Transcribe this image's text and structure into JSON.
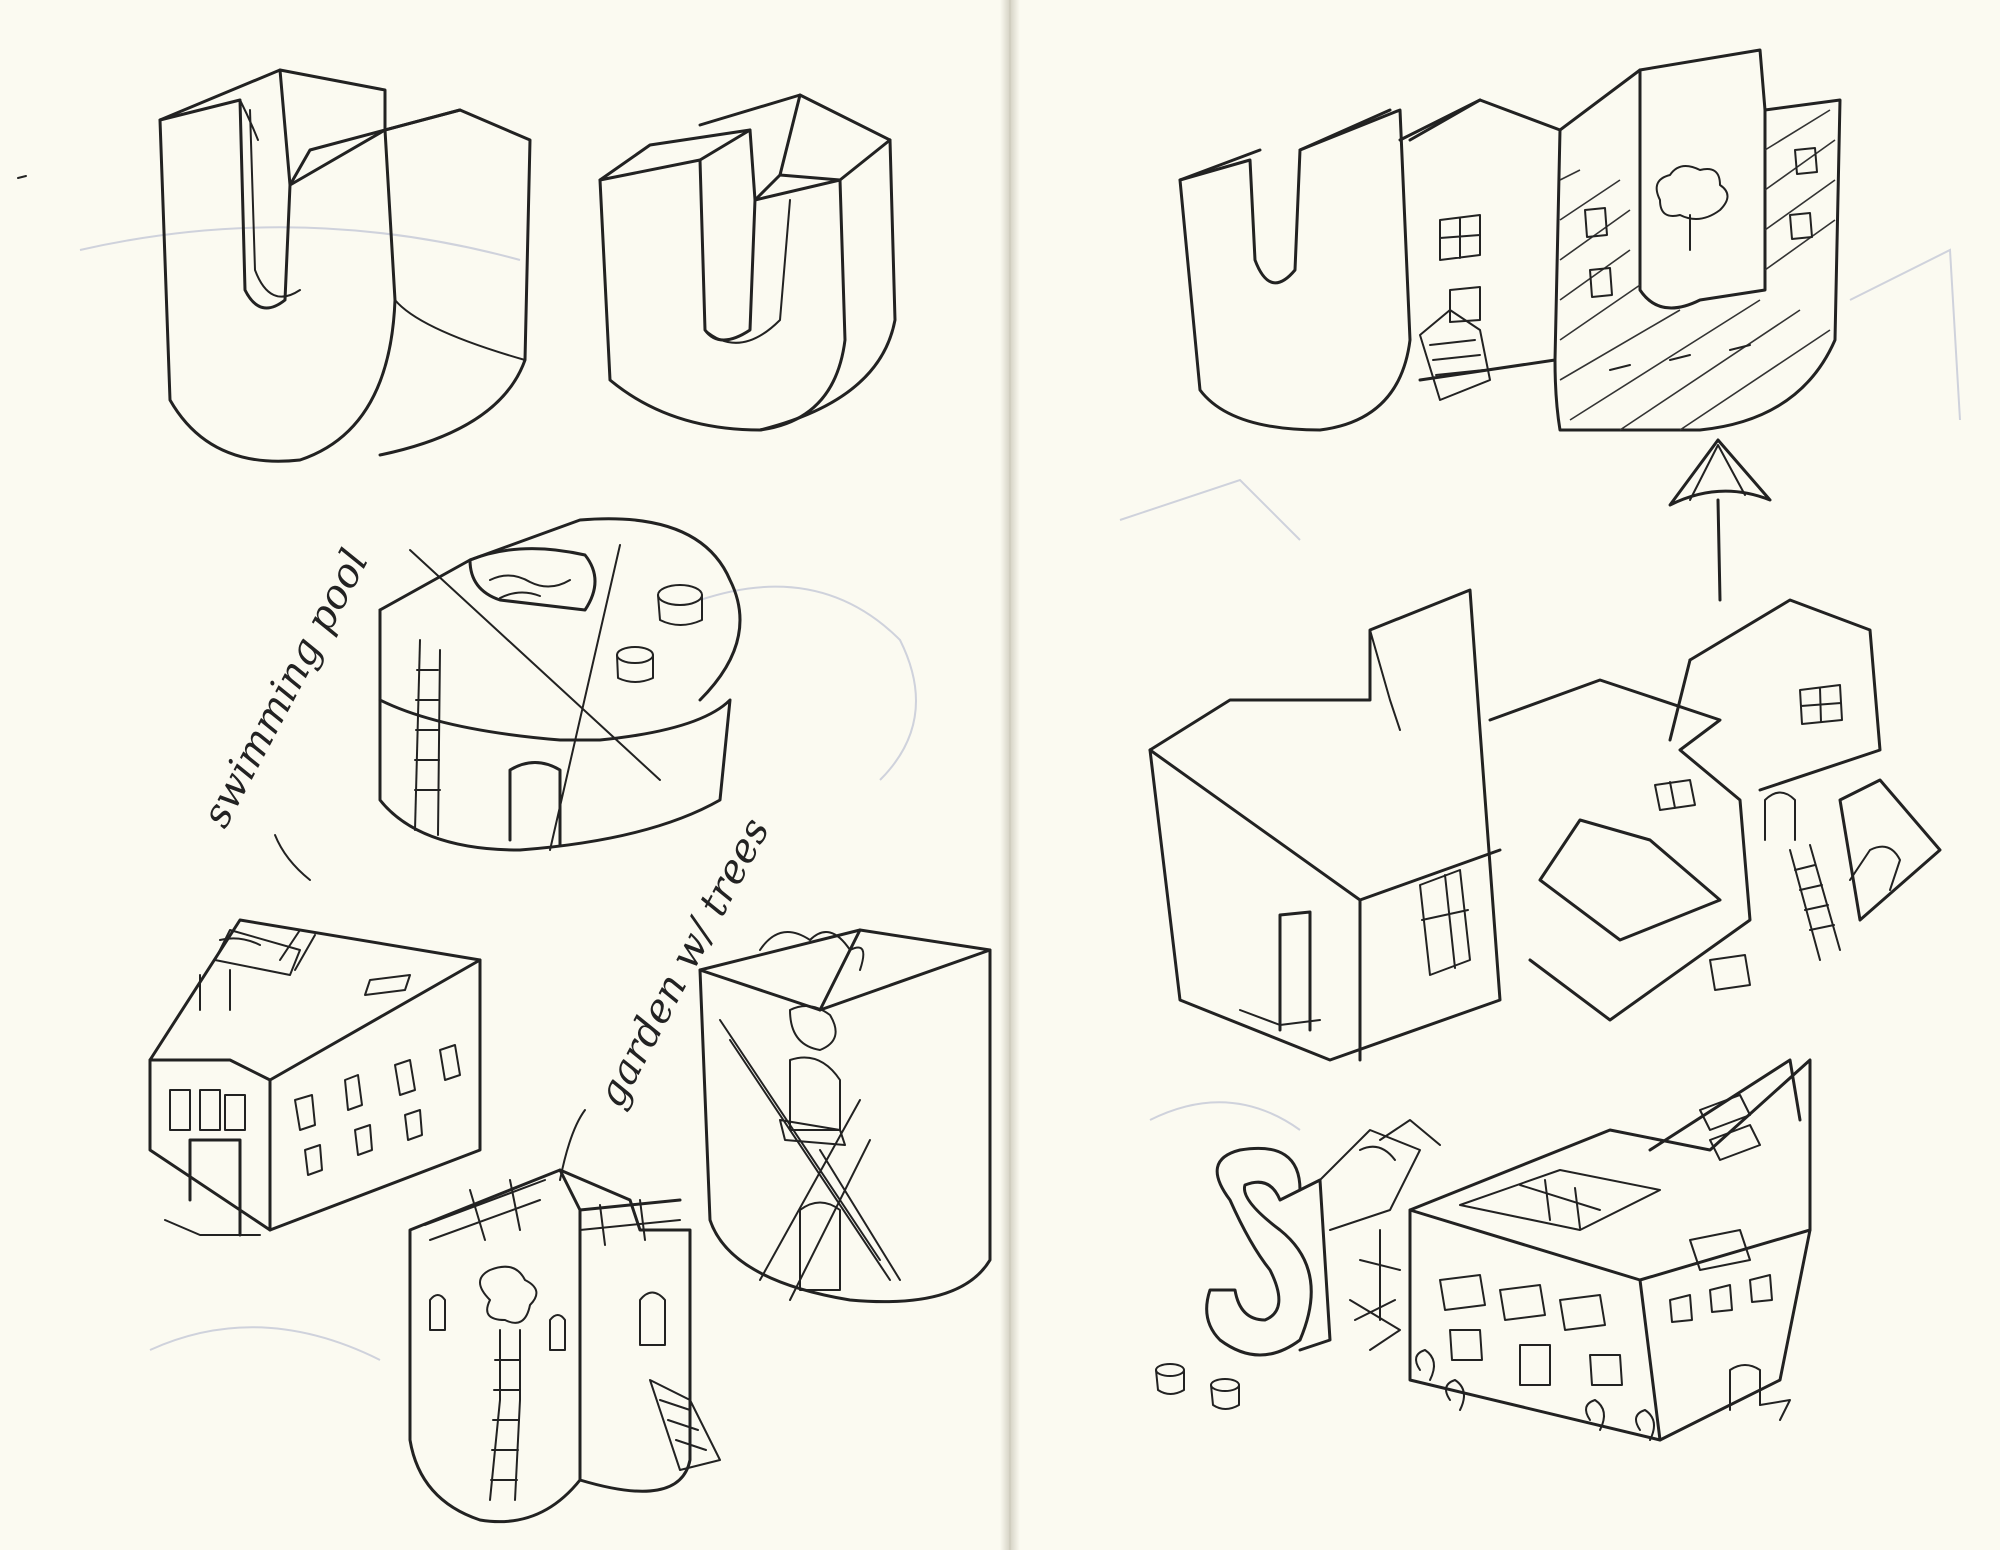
{
  "image": {
    "type": "sketchbook-spread",
    "background": "#fbfaf1",
    "ink": "#222222"
  },
  "annotations": {
    "swimming_pool": "swimming pool",
    "garden_with_trees": "garden w/ trees"
  }
}
